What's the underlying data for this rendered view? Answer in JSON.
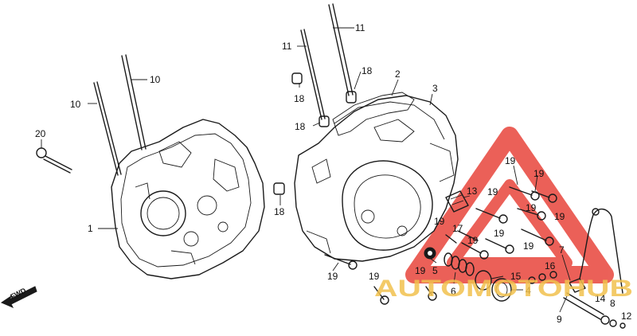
{
  "diagram": {
    "callouts": [
      {
        "id": "c1",
        "text": "1"
      },
      {
        "id": "c2",
        "text": "2"
      },
      {
        "id": "c3",
        "text": "3"
      },
      {
        "id": "c4",
        "text": "4"
      },
      {
        "id": "c5",
        "text": "5"
      },
      {
        "id": "c6",
        "text": "6"
      },
      {
        "id": "c7",
        "text": "7"
      },
      {
        "id": "c8",
        "text": "8"
      },
      {
        "id": "c9",
        "text": "9"
      },
      {
        "id": "c10a",
        "text": "10"
      },
      {
        "id": "c10b",
        "text": "10"
      },
      {
        "id": "c11a",
        "text": "11"
      },
      {
        "id": "c11b",
        "text": "11"
      },
      {
        "id": "c12",
        "text": "12"
      },
      {
        "id": "c13",
        "text": "13"
      },
      {
        "id": "c14",
        "text": "14"
      },
      {
        "id": "c15",
        "text": "15"
      },
      {
        "id": "c16",
        "text": "16"
      },
      {
        "id": "c17",
        "text": "17"
      },
      {
        "id": "c18a",
        "text": "18"
      },
      {
        "id": "c18b",
        "text": "18"
      },
      {
        "id": "c18c",
        "text": "18"
      },
      {
        "id": "c18d",
        "text": "18"
      },
      {
        "id": "c19a",
        "text": "19"
      },
      {
        "id": "c19b",
        "text": "19"
      },
      {
        "id": "c19c",
        "text": "19"
      },
      {
        "id": "c19d",
        "text": "19"
      },
      {
        "id": "c19e",
        "text": "19"
      },
      {
        "id": "c19f",
        "text": "19"
      },
      {
        "id": "c19g",
        "text": "19"
      },
      {
        "id": "c19h",
        "text": "19"
      },
      {
        "id": "c19i",
        "text": "19"
      },
      {
        "id": "c19j",
        "text": "19"
      },
      {
        "id": "c19k",
        "text": "19"
      },
      {
        "id": "c19l",
        "text": "19"
      },
      {
        "id": "c20",
        "text": "20"
      }
    ],
    "fwd_label": "FWD"
  },
  "watermark": {
    "text": "AUTOMOTOHUB",
    "color": "#e8453c",
    "text_color": "#f2c14e"
  }
}
